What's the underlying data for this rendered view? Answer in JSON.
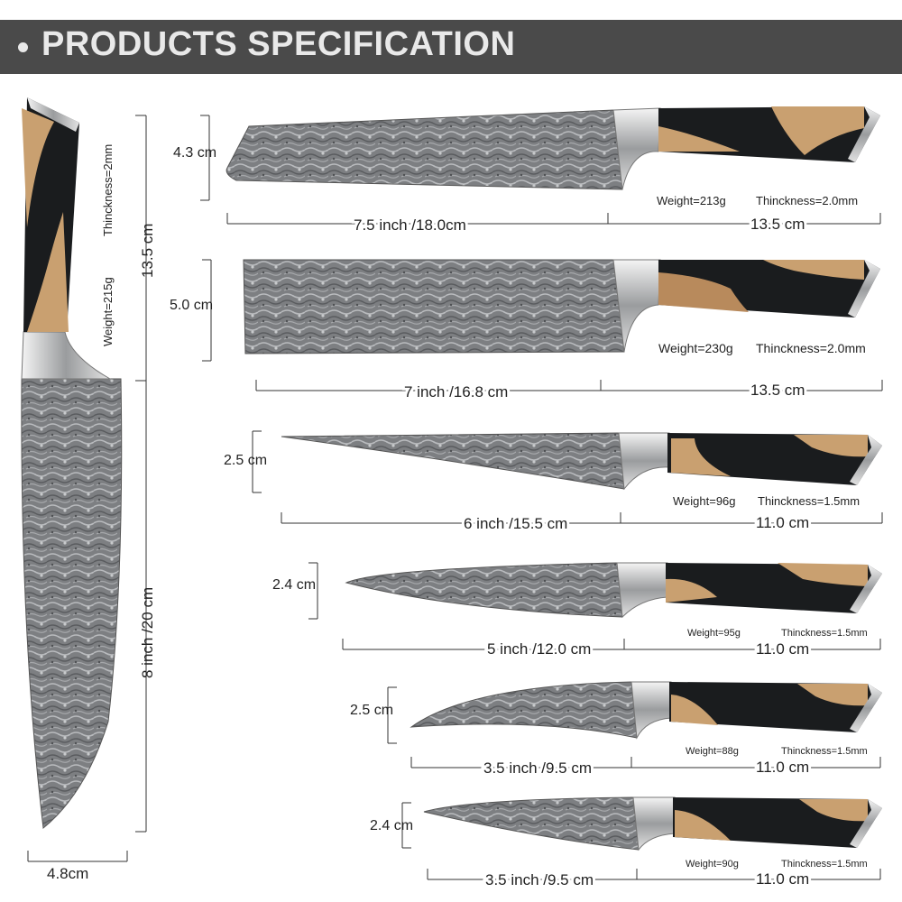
{
  "header": {
    "title": "PRODUCTS SPECIFICATION"
  },
  "chef_knife": {
    "thickness": "Thinckness=2mm",
    "weight": "Weight=215g",
    "handle_length": "13.5 cm",
    "blade_length": "8 inch /20 cm",
    "blade_width": "4.8cm"
  },
  "knives": [
    {
      "height": "4.3 cm",
      "blade_length": "7.5 inch /18.0cm",
      "handle_length": "13.5 cm",
      "weight": "Weight=213g",
      "thickness": "Thinckness=2.0mm"
    },
    {
      "height": "5.0 cm",
      "blade_length": "7 inch /16.8 cm",
      "handle_length": "13.5 cm",
      "weight": "Weight=230g",
      "thickness": "Thinckness=2.0mm"
    },
    {
      "height": "2.5 cm",
      "blade_length": "6 inch /15.5 cm",
      "handle_length": "11.0 cm",
      "weight": "Weight=96g",
      "thickness": "Thinckness=1.5mm"
    },
    {
      "height": "2.4 cm",
      "blade_length": "5 inch /12.0 cm",
      "handle_length": "11.0 cm",
      "weight": "Weight=95g",
      "thickness": "Thinckness=1.5mm"
    },
    {
      "height": "2.5 cm",
      "blade_length": "3.5 inch /9.5 cm",
      "handle_length": "11.0 cm",
      "weight": "Weight=88g",
      "thickness": "Thinckness=1.5mm"
    },
    {
      "height": "2.4 cm",
      "blade_length": "3.5 inch /9.5 cm",
      "handle_length": "11.0 cm",
      "weight": "Weight=90g",
      "thickness": "Thinckness=1.5mm"
    }
  ],
  "colors": {
    "banner": "#4a4a4a",
    "banner_text": "#e9e9e9",
    "resin": "#1a1c1e",
    "burl_wood": "#c9a070",
    "damascus_steel": "#8a8c8e"
  }
}
